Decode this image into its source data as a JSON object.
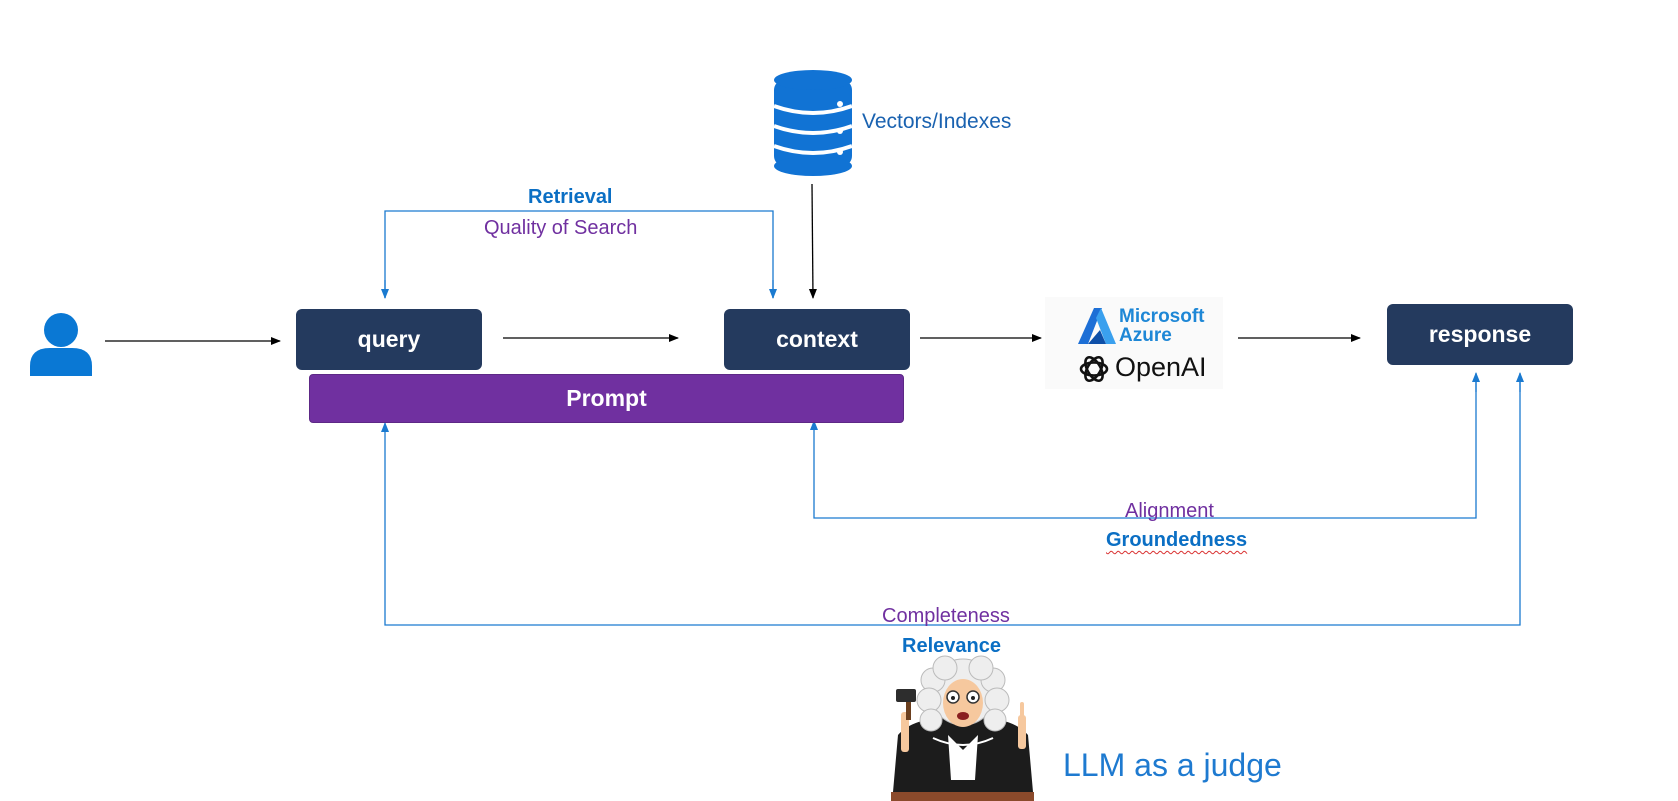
{
  "nodes": {
    "query": "query",
    "context": "context",
    "response": "response",
    "prompt": "Prompt"
  },
  "datastore": {
    "label": "Vectors/Indexes"
  },
  "llm": {
    "vendor": "Microsoft",
    "product": "Azure",
    "model": "OpenAI"
  },
  "metrics": {
    "retrieval": {
      "name": "Retrieval",
      "description": "Quality of Search"
    },
    "groundedness": {
      "name": "Groundedness",
      "description": "Alignment"
    },
    "relevance": {
      "name": "Relevance",
      "description": "Completeness"
    }
  },
  "judge": {
    "label": "LLM as a judge"
  },
  "icons": {
    "user": "user-icon",
    "database": "database-icon",
    "azure": "azure-logo-icon",
    "openai": "openai-logo-icon",
    "judge": "judge-icon"
  },
  "colors": {
    "node": "#243a5e",
    "prompt": "#7030a0",
    "feedback_line": "#1a7ad0",
    "flow_line": "#000000",
    "metric_name": "#0b6fc4",
    "metric_description": "#7030a0"
  }
}
